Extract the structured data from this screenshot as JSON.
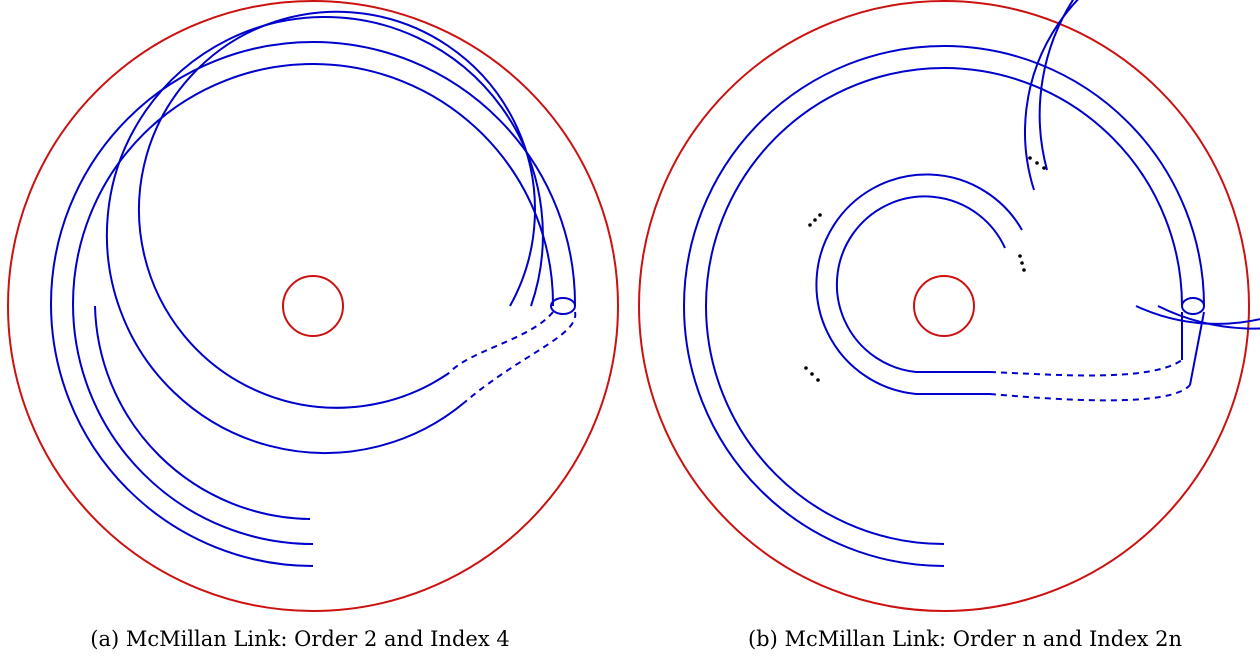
{
  "figures": [
    {
      "id": "a",
      "caption": "(a) McMillan Link: Order 2 and Index 4"
    },
    {
      "id": "b",
      "caption": "(b) McMillan Link: Order n and Index 2n"
    }
  ],
  "colors": {
    "outer_torus": "#cc1111",
    "core_circle": "#cc1111",
    "link_strand": "#0000cc",
    "dots": "#000000",
    "background": "#ffffff"
  }
}
